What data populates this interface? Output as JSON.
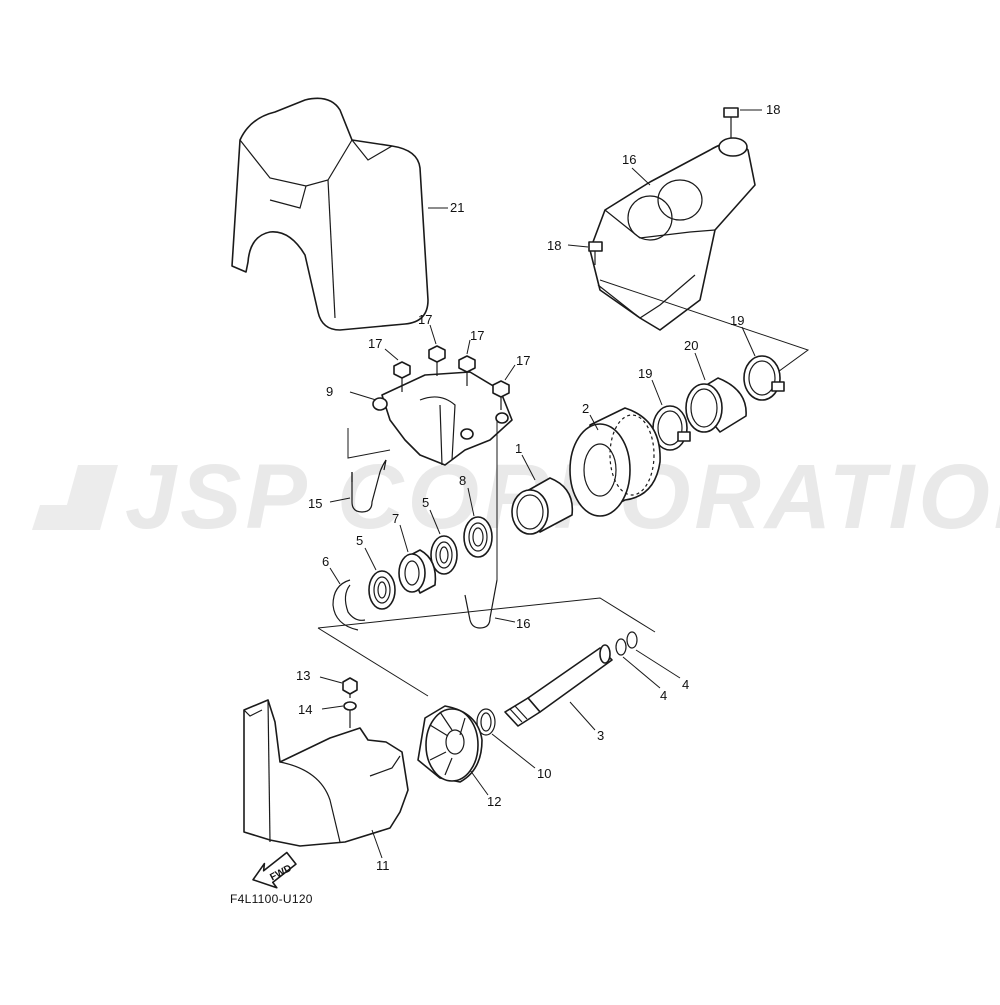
{
  "watermark": "JSP CORPORATION",
  "diagram_code": "F4L1100-U120",
  "fwd_label": "FWD",
  "callouts": [
    {
      "id": "c1",
      "label": "1"
    },
    {
      "id": "c2",
      "label": "2"
    },
    {
      "id": "c3",
      "label": "3"
    },
    {
      "id": "c4a",
      "label": "4"
    },
    {
      "id": "c4b",
      "label": "4"
    },
    {
      "id": "c5a",
      "label": "5"
    },
    {
      "id": "c5b",
      "label": "5"
    },
    {
      "id": "c6",
      "label": "6"
    },
    {
      "id": "c7",
      "label": "7"
    },
    {
      "id": "c8",
      "label": "8"
    },
    {
      "id": "c9",
      "label": "9"
    },
    {
      "id": "c10",
      "label": "10"
    },
    {
      "id": "c11",
      "label": "11"
    },
    {
      "id": "c12",
      "label": "12"
    },
    {
      "id": "c13",
      "label": "13"
    },
    {
      "id": "c14",
      "label": "14"
    },
    {
      "id": "c15",
      "label": "15"
    },
    {
      "id": "c16a",
      "label": "16"
    },
    {
      "id": "c16b",
      "label": "16"
    },
    {
      "id": "c17a",
      "label": "17"
    },
    {
      "id": "c17b",
      "label": "17"
    },
    {
      "id": "c17c",
      "label": "17"
    },
    {
      "id": "c17d",
      "label": "17"
    },
    {
      "id": "c18a",
      "label": "18"
    },
    {
      "id": "c18b",
      "label": "18"
    },
    {
      "id": "c19a",
      "label": "19"
    },
    {
      "id": "c19b",
      "label": "19"
    },
    {
      "id": "c20",
      "label": "20"
    },
    {
      "id": "c21",
      "label": "21"
    }
  ]
}
